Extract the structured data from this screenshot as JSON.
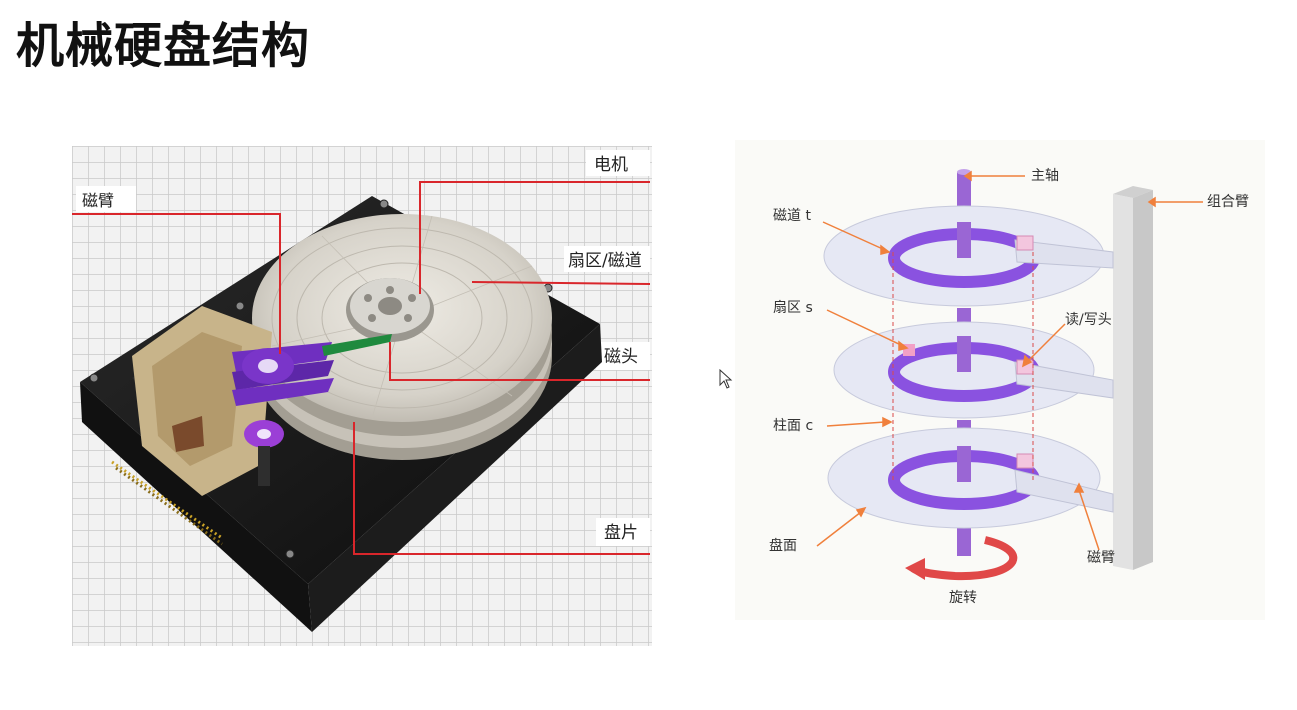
{
  "title": "机械硬盘结构",
  "hdd_photo": {
    "labels": {
      "motor": "电机",
      "arm": "磁臂",
      "sector_track": "扇区/磁道",
      "head": "磁头",
      "platter": "盘片"
    },
    "colors": {
      "leader": "#d9262b",
      "grid": "#c9c9c9",
      "case": "#151515",
      "platter": "#d8d4cc",
      "actuator": "#7a35c9"
    }
  },
  "platter_diagram": {
    "labels": {
      "spindle": "主轴",
      "comb": "组合臂",
      "track": "磁道 t",
      "sector": "扇区 s",
      "rw_head": "读/写头",
      "cylinder": "柱面 c",
      "surface": "盘面",
      "arm": "磁臂",
      "rotation": "旋转"
    },
    "colors": {
      "track": "#8a52e0",
      "spindle": "#9a66d4",
      "arrow": "#f0803c",
      "disk": "#e6e8f4",
      "rotation_arrow": "#e04848"
    }
  }
}
